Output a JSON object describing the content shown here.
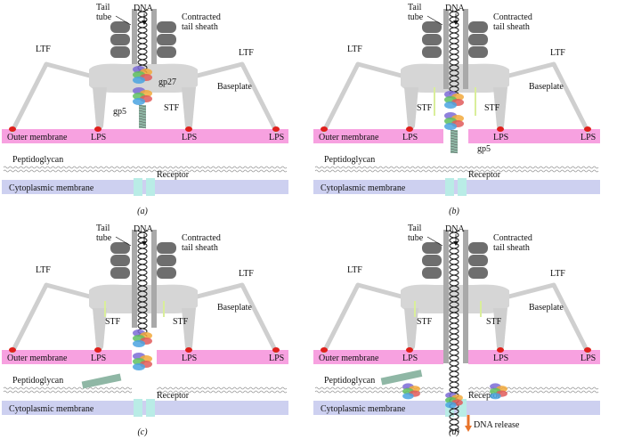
{
  "figure": {
    "panels": [
      {
        "id": "a",
        "caption": "(a)",
        "labels": {
          "tail_tube": [
            "Tail",
            "tube"
          ],
          "dna": "DNA",
          "sheath": [
            "Contracted",
            "tail sheath"
          ],
          "ltf_left": "LTF",
          "ltf_right": "LTF",
          "baseplate": "Baseplate",
          "stf_left": "",
          "stf_right": "STF",
          "gp27": "gp27",
          "gp5": "gp5",
          "outer_membrane": "Outer membrane",
          "lps": [
            "LPS",
            "LPS",
            "LPS"
          ],
          "peptidoglycan": "Peptidoglycan",
          "cytoplasmic_membrane": "Cytoplasmic membrane",
          "receptor": "Receptor",
          "dna_release": ""
        },
        "stage": "attached"
      },
      {
        "id": "b",
        "caption": "(b)",
        "labels": {
          "tail_tube": [
            "Tail",
            "tube"
          ],
          "dna": "DNA",
          "sheath": [
            "Contracted",
            "tail sheath"
          ],
          "ltf_left": "LTF",
          "ltf_right": "LTF",
          "baseplate": "Baseplate",
          "stf_left": "STF",
          "stf_right": "STF",
          "gp27": "",
          "gp5": "gp5",
          "outer_membrane": "Outer membrane",
          "lps": [
            "LPS",
            "LPS",
            "LPS"
          ],
          "peptidoglycan": "Peptidoglycan",
          "cytoplasmic_membrane": "Cytoplasmic membrane",
          "receptor": "Receptor",
          "dna_release": ""
        },
        "stage": "puncture"
      },
      {
        "id": "c",
        "caption": "(c)",
        "labels": {
          "tail_tube": [
            "Tail",
            "tube"
          ],
          "dna": "DNA",
          "sheath": [
            "Contracted",
            "tail sheath"
          ],
          "ltf_left": "LTF",
          "ltf_right": "LTF",
          "baseplate": "Baseplate",
          "stf_left": "STF",
          "stf_right": "STF",
          "gp27": "",
          "gp5": "",
          "outer_membrane": "Outer membrane",
          "lps": [
            "LPS",
            "LPS",
            "LPS"
          ],
          "peptidoglycan": "Peptidoglycan",
          "cytoplasmic_membrane": "Cytoplasmic membrane",
          "receptor": "Receptor",
          "dna_release": ""
        },
        "stage": "penetration"
      },
      {
        "id": "d",
        "caption": "(d)",
        "labels": {
          "tail_tube": [
            "Tail",
            "tube"
          ],
          "dna": "DNA",
          "sheath": [
            "Contracted",
            "tail sheath"
          ],
          "ltf_left": "LTF",
          "ltf_right": "LTF",
          "baseplate": "Baseplate",
          "stf_left": "STF",
          "stf_right": "STF",
          "gp27": "",
          "gp5": "",
          "outer_membrane": "Outer membrane",
          "lps": [
            "LPS",
            "LPS",
            "LPS"
          ],
          "peptidoglycan": "Peptidoglycan",
          "cytoplasmic_membrane": "Cytoplasmic membrane",
          "receptor": "Receptor",
          "dna_release": "DNA release"
        },
        "stage": "release"
      }
    ],
    "colors": {
      "outer_membrane": "#f7a1e0",
      "cytoplasmic_membrane": "#cdd0f0",
      "receptor": "#b9ece6",
      "lps": "#e0201c",
      "sheath": "#6e6e6e",
      "baseplate": "#d6d6d6",
      "fiber": "#cfcfcf",
      "tube": "#a9a9a9",
      "stf_arrow": "#d9ee9a",
      "release_arrow": "#e8732a",
      "dna": "#222222"
    }
  }
}
